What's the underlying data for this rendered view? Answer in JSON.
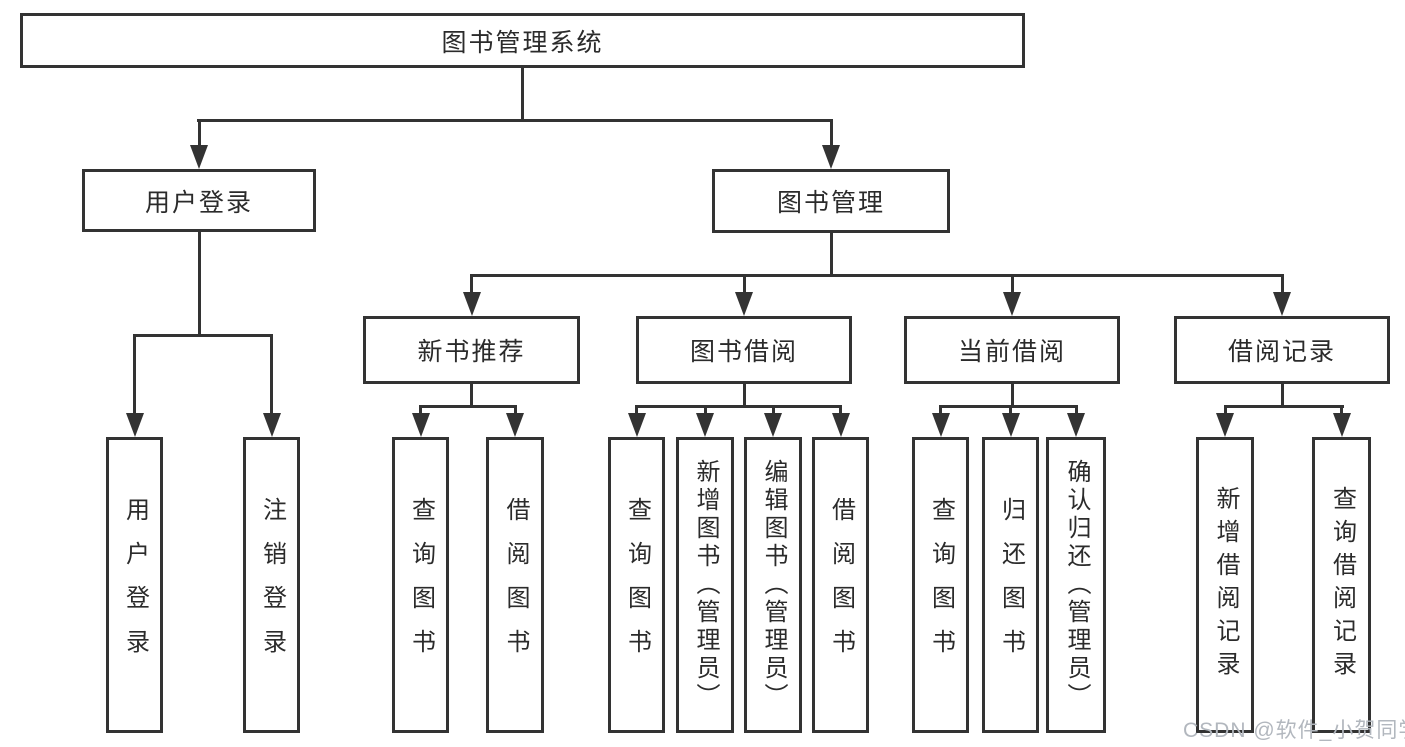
{
  "nodes": {
    "root": "图书管理系统",
    "level2": [
      "用户登录",
      "图书管理"
    ],
    "level3": [
      "新书推荐",
      "图书借阅",
      "当前借阅",
      "借阅记录"
    ],
    "leaves": {
      "user": [
        "用户登录",
        "注销登录"
      ],
      "newbooks": [
        "查询图书",
        "借阅图书"
      ],
      "borrow": [
        "查询图书",
        "新增图书（管理员）",
        "编辑图书（管理员）",
        "借阅图书"
      ],
      "current": [
        "查询图书",
        "归还图书",
        "确认归还（管理员）"
      ],
      "records": [
        "新增借阅记录",
        "查询借阅记录"
      ]
    }
  },
  "watermark": "CSDN @软件_小贺同学",
  "colors": {
    "line": "#333333",
    "box_border": "#333333",
    "box_background": "#ffffff",
    "text": "#2b2b2b",
    "watermark": "#b2b7be",
    "page_background": "#ffffff"
  }
}
